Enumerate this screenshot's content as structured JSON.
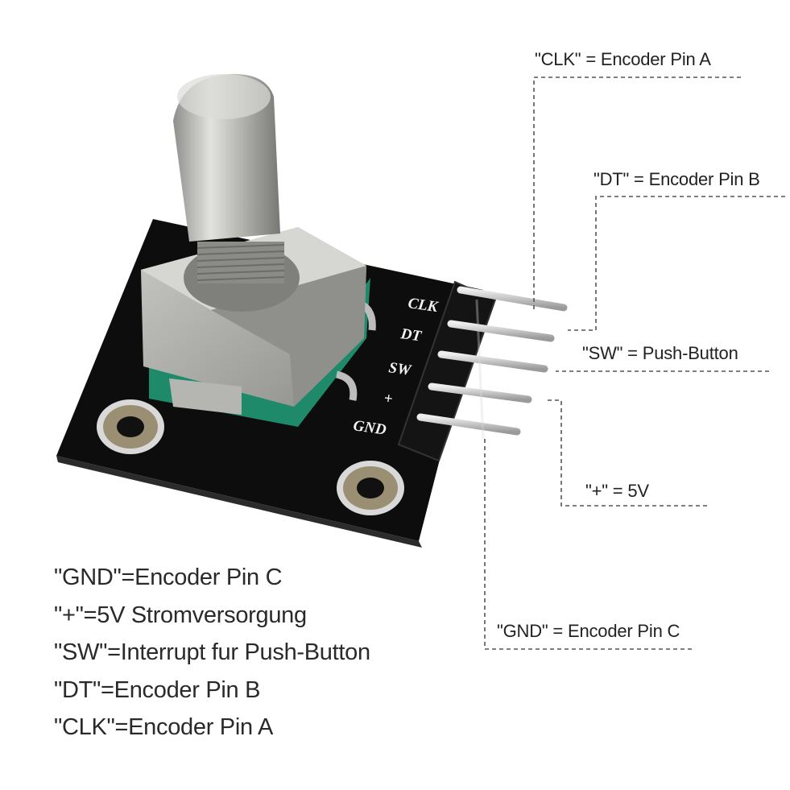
{
  "module": {
    "silkscreen_pins": [
      "CLK",
      "DT",
      "SW",
      "+",
      "GND"
    ]
  },
  "callouts": {
    "clk": "\"CLK\" = Encoder Pin A",
    "dt": "\"DT\" = Encoder Pin B",
    "sw": "\"SW\" = Push-Button",
    "plus": "\"+\" = 5V",
    "gnd": "\"GND\" = Encoder Pin C"
  },
  "legend": [
    "\"GND\"=Encoder Pin C",
    "\"+\"=5V Stromversorgung",
    "\"SW\"=Interrupt fur Push-Button",
    "\"DT\"=Encoder Pin B",
    "\"CLK\"=Encoder Pin A"
  ],
  "colors": {
    "pcb": "#0d0d0d",
    "terminal_base": "#1f8a6a",
    "housing": "#a9aaa6",
    "shaft": "#c4c5c2",
    "pin_metal": "#c8c8c8",
    "leader_line": "#555555"
  }
}
